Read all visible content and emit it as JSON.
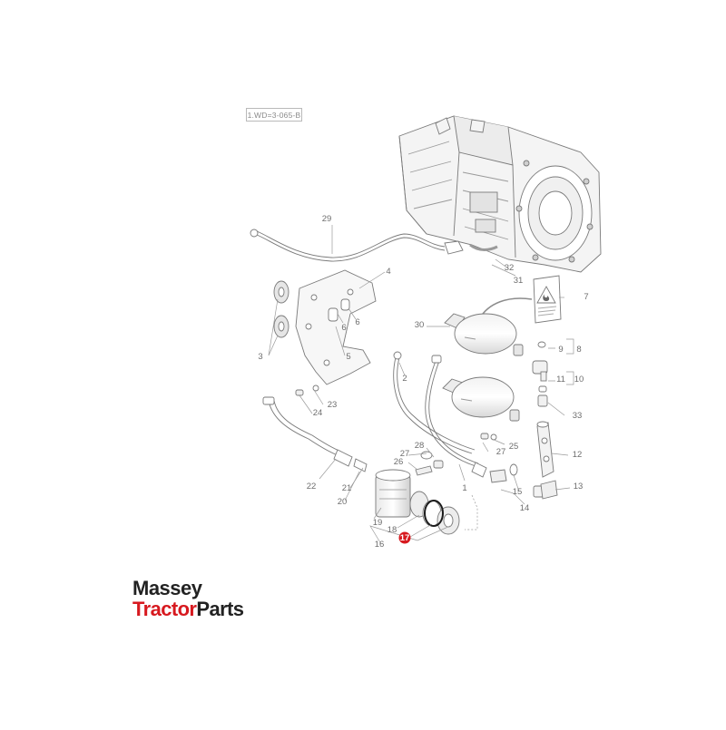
{
  "diagram": {
    "reference": "1.WD=3-065-B",
    "highlight_color": "#d7191f",
    "line_color": "#8c8c8c",
    "callouts": [
      {
        "id": "29",
        "text": "29"
      },
      {
        "id": "4",
        "text": "4"
      },
      {
        "id": "32",
        "text": "32"
      },
      {
        "id": "31",
        "text": "31"
      },
      {
        "id": "7",
        "text": "7"
      },
      {
        "id": "3",
        "text": "3"
      },
      {
        "id": "6a",
        "text": "6"
      },
      {
        "id": "6b",
        "text": "6"
      },
      {
        "id": "5",
        "text": "5"
      },
      {
        "id": "30",
        "text": "30"
      },
      {
        "id": "9",
        "text": "9"
      },
      {
        "id": "8",
        "text": "8"
      },
      {
        "id": "2",
        "text": "2"
      },
      {
        "id": "11",
        "text": "11"
      },
      {
        "id": "10",
        "text": "10"
      },
      {
        "id": "23",
        "text": "23"
      },
      {
        "id": "24",
        "text": "24"
      },
      {
        "id": "33",
        "text": "33"
      },
      {
        "id": "25",
        "text": "25"
      },
      {
        "id": "28",
        "text": "28"
      },
      {
        "id": "27a",
        "text": "27"
      },
      {
        "id": "27b",
        "text": "27"
      },
      {
        "id": "12",
        "text": "12"
      },
      {
        "id": "26",
        "text": "26"
      },
      {
        "id": "22",
        "text": "22"
      },
      {
        "id": "1",
        "text": "1"
      },
      {
        "id": "21",
        "text": "21"
      },
      {
        "id": "15",
        "text": "15"
      },
      {
        "id": "13",
        "text": "13"
      },
      {
        "id": "20",
        "text": "20"
      },
      {
        "id": "14",
        "text": "14"
      },
      {
        "id": "19",
        "text": "19"
      },
      {
        "id": "18",
        "text": "18"
      },
      {
        "id": "17",
        "text": "17"
      },
      {
        "id": "16",
        "text": "16"
      }
    ]
  },
  "brand": {
    "line1": "Massey",
    "line2_a": "Tractor",
    "line2_b": "Parts"
  }
}
